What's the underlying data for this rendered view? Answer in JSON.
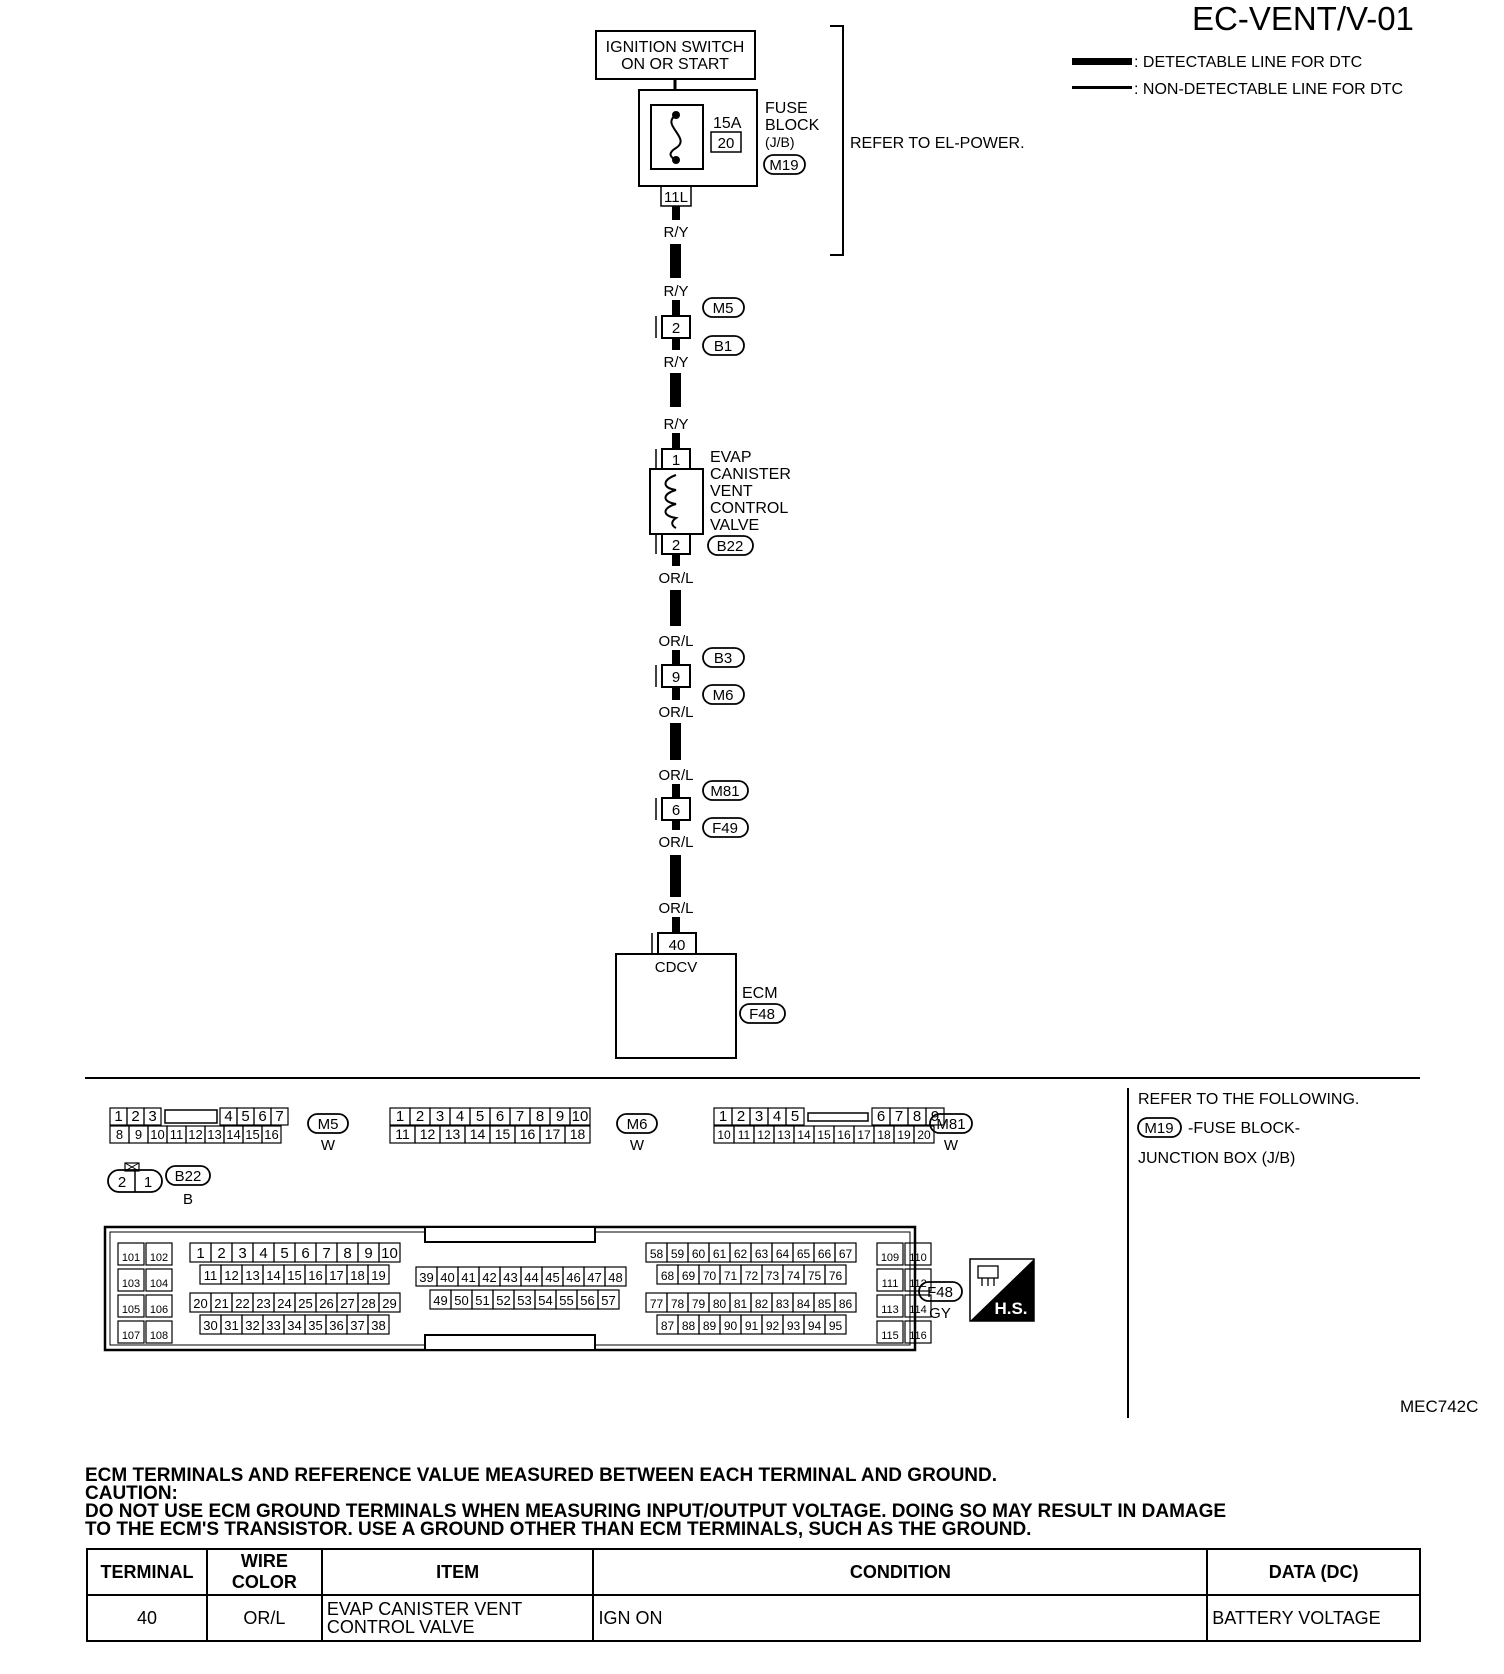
{
  "diagram": {
    "page_code": "EC-VENT/V-01",
    "legend": [
      {
        "label": ": DETECTABLE LINE FOR DTC"
      },
      {
        "label": ": NON-DETECTABLE LINE FOR DTC"
      }
    ],
    "ignition_switch": {
      "line1": "IGNITION SWITCH",
      "line2": "ON OR START"
    },
    "fuse_block": {
      "amp": "15A",
      "fuse_no": "20",
      "label_lines": [
        "FUSE",
        "BLOCK",
        "(J/B)"
      ],
      "connector": "M19",
      "terminal": "11L"
    },
    "refer_to": "REFER TO EL-POWER.",
    "wire_labels": {
      "r_y": "R/Y",
      "or_l": "OR/L"
    },
    "joint_m5_b1": {
      "pin": "2",
      "top_connector": "M5",
      "bottom_connector": "B1"
    },
    "evap_valve": {
      "pin_top": "1",
      "pin_bottom": "2",
      "label_lines": [
        "EVAP",
        "CANISTER",
        "VENT",
        "CONTROL",
        "VALVE"
      ],
      "connector": "B22"
    },
    "joint_b3_m6": {
      "pin": "9",
      "top_connector": "B3",
      "bottom_connector": "M6"
    },
    "joint_m81_f49": {
      "pin": "6",
      "top_connector": "M81",
      "bottom_connector": "F49"
    },
    "ecm": {
      "pin": "40",
      "signal": "CDCV",
      "label": "ECM",
      "connector": "F48"
    },
    "connector_views": {
      "m5": {
        "id": "M5",
        "color": "W",
        "top": [
          "1",
          "2",
          "3",
          "4",
          "5",
          "6",
          "7"
        ],
        "bottom": [
          "8",
          "9",
          "10",
          "11",
          "12",
          "13",
          "14",
          "15",
          "16"
        ]
      },
      "m6": {
        "id": "M6",
        "color": "W",
        "top": [
          "1",
          "2",
          "3",
          "4",
          "5",
          "6",
          "7",
          "8",
          "9",
          "10"
        ],
        "bottom": [
          "11",
          "12",
          "13",
          "14",
          "15",
          "16",
          "17",
          "18"
        ]
      },
      "m81": {
        "id": "M81",
        "color": "W",
        "top": [
          "1",
          "2",
          "3",
          "4",
          "5",
          "6",
          "7",
          "8",
          "9"
        ],
        "bottom": [
          "10",
          "11",
          "12",
          "13",
          "14",
          "15",
          "16",
          "17",
          "18",
          "19",
          "20"
        ]
      },
      "b22": {
        "id": "B22",
        "color": "B",
        "pins": [
          "2",
          "1"
        ]
      },
      "f48": {
        "id": "F48",
        "color": "GY",
        "left_block": [
          "101",
          "102",
          "103",
          "104",
          "105",
          "106",
          "107",
          "108"
        ],
        "row1": [
          "1",
          "2",
          "3",
          "4",
          "5",
          "6",
          "7",
          "8",
          "9",
          "10"
        ],
        "row2": [
          "11",
          "12",
          "13",
          "14",
          "15",
          "16",
          "17",
          "18",
          "19"
        ],
        "row3": [
          "20",
          "21",
          "22",
          "23",
          "24",
          "25",
          "26",
          "27",
          "28",
          "29"
        ],
        "row4": [
          "30",
          "31",
          "32",
          "33",
          "34",
          "35",
          "36",
          "37",
          "38"
        ],
        "mid_row1": [
          "39",
          "40",
          "41",
          "42",
          "43",
          "44",
          "45",
          "46",
          "47",
          "48"
        ],
        "mid_row2": [
          "49",
          "50",
          "51",
          "52",
          "53",
          "54",
          "55",
          "56",
          "57"
        ],
        "row1b": [
          "58",
          "59",
          "60",
          "61",
          "62",
          "63",
          "64",
          "65",
          "66",
          "67"
        ],
        "row2b": [
          "68",
          "69",
          "70",
          "71",
          "72",
          "73",
          "74",
          "75",
          "76"
        ],
        "row3b": [
          "77",
          "78",
          "79",
          "80",
          "81",
          "82",
          "83",
          "84",
          "85",
          "86"
        ],
        "row4b": [
          "87",
          "88",
          "89",
          "90",
          "91",
          "92",
          "93",
          "94",
          "95"
        ],
        "right_block": [
          "109",
          "110",
          "111",
          "112",
          "113",
          "114",
          "115",
          "116"
        ]
      },
      "hs_badge": "H.S."
    },
    "refer_following": {
      "line1": "REFER TO THE FOLLOWING.",
      "connector": "M19",
      "line2": "-FUSE BLOCK-",
      "line3": "JUNCTION BOX (J/B)"
    },
    "figure_code": "MEC742C"
  },
  "notes": {
    "line1": "ECM TERMINALS AND REFERENCE VALUE MEASURED BETWEEN EACH TERMINAL AND GROUND.",
    "line2": "CAUTION:",
    "line3": "DO NOT USE ECM GROUND TERMINALS WHEN MEASURING INPUT/OUTPUT VOLTAGE. DOING SO MAY RESULT IN DAMAGE",
    "line4": "TO THE ECM'S TRANSISTOR. USE A GROUND OTHER THAN ECM TERMINALS, SUCH AS THE GROUND."
  },
  "table": {
    "headers": [
      "TERMINAL",
      "WIRE COLOR",
      "ITEM",
      "CONDITION",
      "DATA (DC)"
    ],
    "rows": [
      {
        "terminal": "40",
        "wire_color": "OR/L",
        "item_line1": "EVAP CANISTER VENT",
        "item_line2": "CONTROL VALVE",
        "condition": "IGN ON",
        "data": "BATTERY VOLTAGE"
      }
    ]
  }
}
